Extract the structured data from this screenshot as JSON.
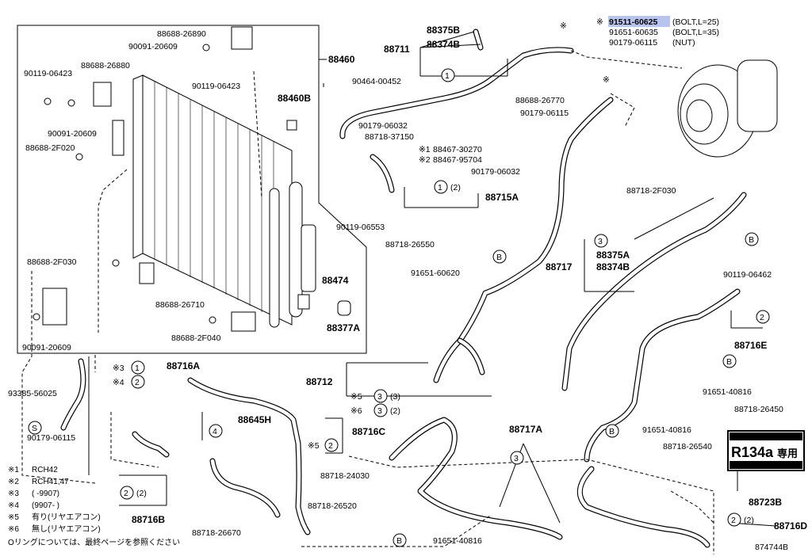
{
  "highlight_label": "91511-60625",
  "top_legend": [
    {
      "mark": "※",
      "part": "91511-60625",
      "spec": "(BOLT,L=25)",
      "highlighted": true
    },
    {
      "mark": "",
      "part": "91651-60635",
      "spec": "(BOLT,L=35)"
    },
    {
      "mark": "",
      "part": "90179-06115",
      "spec": "(NUT)"
    }
  ],
  "part_labels": {
    "p88688_26890": "88688-26890",
    "p90091_20609_a": "90091-20609",
    "p88688_26880": "88688-26880",
    "p90119_06423_a": "90119-06423",
    "p90119_06423_b": "90119-06423",
    "p90091_20609_b": "90091-20609",
    "p88688_2f020": "88688-2F020",
    "p88460": "88460",
    "p88460b": "88460B",
    "p88688_2f030_a": "88688-2F030",
    "p88688_26710": "88688-26710",
    "p88688_2f040": "88688-2F040",
    "p90091_20609_c": "90091-20609",
    "p88474": "88474",
    "p88377a": "88377A",
    "p88375b": "88375B",
    "p88374b": "88374B",
    "p88711": "88711",
    "p90464_00452": "90464-00452",
    "p88688_26770": "88688-26770",
    "p90179_06032_a": "90179-06032",
    "p90179_06115_a": "90179-06115",
    "p88718_37150": "88718-37150",
    "p88467_30270": "88467-30270",
    "p88467_95704": "88467-95704",
    "p90179_06032_b": "90179-06032",
    "p88715a": "88715A",
    "p90119_06553": "90119-06553",
    "p88718_26550": "88718-26550",
    "p91651_60620": "91651-60620",
    "p88718_2f030": "88718-2F030",
    "p88375a": "88375A",
    "p88374b_b": "88374B",
    "p88717": "88717",
    "p90119_06462": "90119-06462",
    "p88716e": "88716E",
    "p91651_40816_a": "91651-40816",
    "p88718_26450": "88718-26450",
    "p88712": "88712",
    "p93385_56025": "93385-56025",
    "p88716a": "88716A",
    "p90179_06115_b": "90179-06115",
    "p88645h": "88645H",
    "p88716c": "88716C",
    "p88716b": "88716B",
    "p88718_24030": "88718-24030",
    "p88718_26520": "88718-26520",
    "p88718_26670": "88718-26670",
    "p91651_40816_b": "91651-40816",
    "p88717a": "88717A",
    "p91651_40816_c": "91651-40816",
    "p88718_26540": "88718-26540",
    "p88723b": "88723B",
    "p88716d": "88716D",
    "ref_code": "874744B"
  },
  "callouts": {
    "c1": "1",
    "c1_2": "(2)",
    "c2": "2",
    "c2_2": "(2)",
    "c3": "3",
    "c3_3": "(3)",
    "c4": "4",
    "cB": "B",
    "cS": "S",
    "star": "※",
    "star1": "※1",
    "star2": "※2",
    "star3": "※3",
    "star4": "※4",
    "star5": "※5",
    "star6": "※6"
  },
  "label_plate": {
    "gas": "R134a",
    "jp": "専用"
  },
  "footnotes": [
    {
      "mark": "※1",
      "text": "RCH42"
    },
    {
      "mark": "※2",
      "text": "RCH41,47"
    },
    {
      "mark": "※3",
      "text": "(      -9907)"
    },
    {
      "mark": "※4",
      "text": "(9907-      )"
    },
    {
      "mark": "※5",
      "text": "有り(リヤエアコン)"
    },
    {
      "mark": "※6",
      "text": "無し(リヤエアコン)"
    }
  ],
  "footer_note": "Oリングについては、最終ページを参照ください"
}
